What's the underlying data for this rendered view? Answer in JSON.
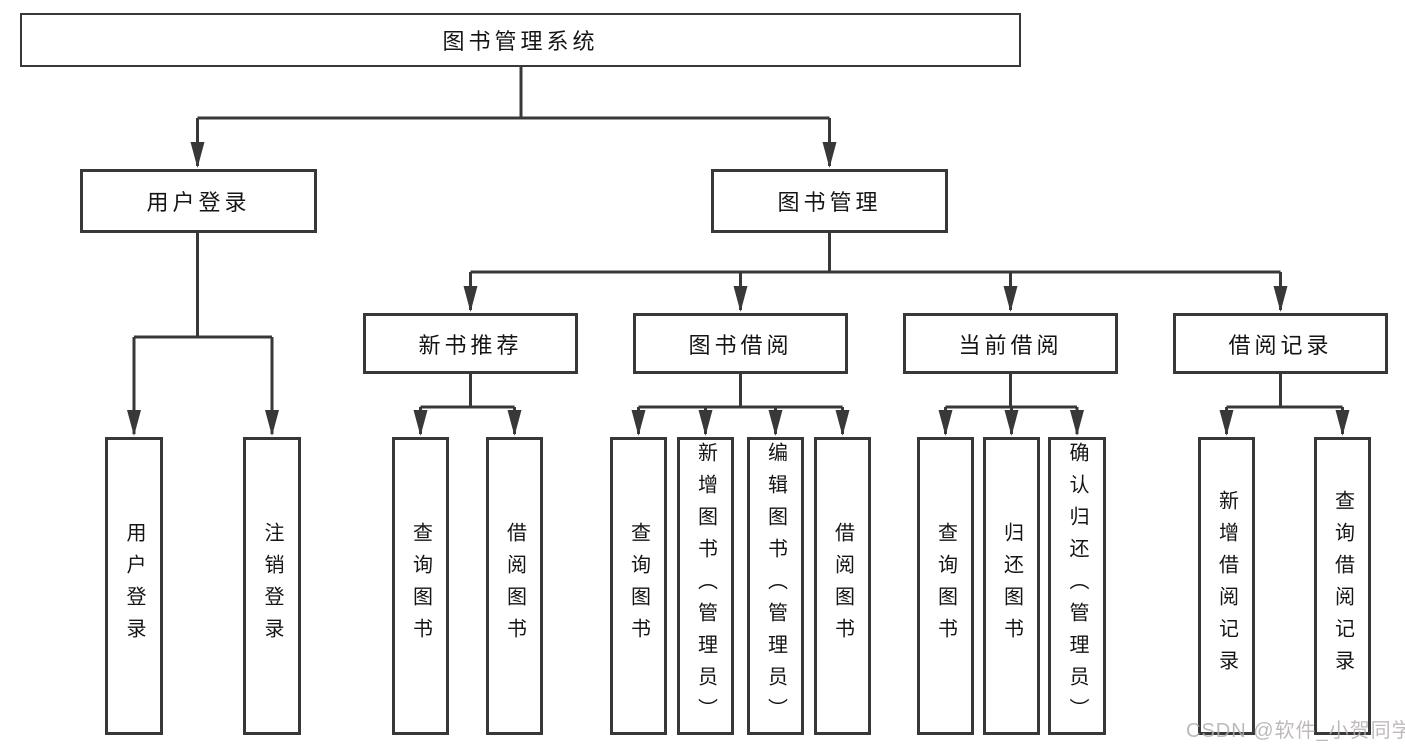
{
  "tree": {
    "root": {
      "label": "图书管理系统"
    },
    "login": {
      "label": "用户登录",
      "children": [
        "用户登录",
        "注销登录"
      ]
    },
    "mgmt": {
      "label": "图书管理",
      "groups": [
        {
          "label": "新书推荐",
          "children": [
            "查询图书",
            "借阅图书"
          ]
        },
        {
          "label": "图书借阅",
          "children": [
            "查询图书",
            "新增图书（管理员）",
            "编辑图书（管理员）",
            "借阅图书"
          ]
        },
        {
          "label": "当前借阅",
          "children": [
            "查询图书",
            "归还图书",
            "确认归还（管理员）"
          ]
        },
        {
          "label": "借阅记录",
          "children": [
            "新增借阅记录",
            "查询借阅记录"
          ]
        }
      ]
    }
  },
  "watermark": {
    "text": "CSDN @软件_小贺同学"
  },
  "colors": {
    "line": "#383838",
    "border": "#383838",
    "text": "#151515",
    "watermark": "#b3aeae"
  }
}
